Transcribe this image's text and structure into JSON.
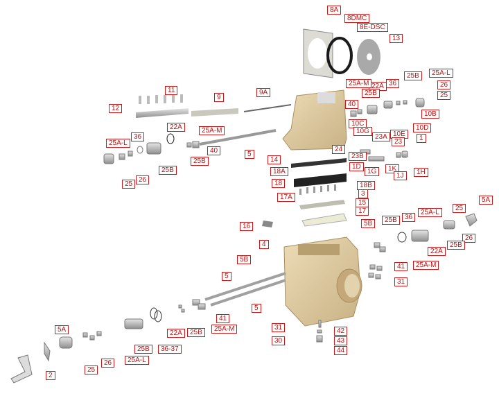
{
  "diagram": {
    "type": "exploded-parts-diagram",
    "colors": {
      "label": "#c01010",
      "body": "#d9c49a",
      "metal": "#b8b8b8",
      "gasket": "#2a2a2a"
    },
    "labels": {
      "l8a": "8A",
      "l8dmc": "8DMC",
      "l8edsc": "8E-DSC",
      "l13": "13",
      "r25b_top": "25B",
      "r25al_top": "25A-L",
      "r26_top": "26",
      "r25_top": "25",
      "r36_top": "36",
      "r22a_top": "22A",
      "r25am_top": "25A-M",
      "r25b_top2": "25B",
      "r40_top": "40",
      "l10b": "10B",
      "l10c": "10C",
      "l10g": "10G",
      "l10e": "10E",
      "l10d": "10D",
      "l23a": "23A",
      "l23": "23",
      "l1": "1",
      "l24": "24",
      "l23b": "23B",
      "l1d": "1D",
      "l1g": "1G",
      "l1k": "1K",
      "l1j": "1J",
      "l1h": "1H",
      "l11": "11",
      "l9": "9",
      "l9a": "9A",
      "l12": "12",
      "ul22a": "22A",
      "ul25am": "25A-M",
      "ul36": "36",
      "ul25al": "25A-L",
      "ul40": "40",
      "ul5": "5",
      "ul25b_a": "25B",
      "ul25b_b": "25B",
      "ul26": "26",
      "ul25": "25",
      "l14": "14",
      "l18a": "18A",
      "l18": "18",
      "l17a": "17A",
      "l18b": "18B",
      "l3": "3",
      "l15": "15",
      "l17": "17",
      "l16": "16",
      "l4": "4",
      "rr5b": "5B",
      "rr25b": "25B",
      "rr36": "36",
      "rr25al": "25A-L",
      "rr25": "25",
      "rr5a": "5A",
      "rr26": "26",
      "rr25b2": "25B",
      "rr22a": "22A",
      "rr25am": "25A-M",
      "rr41": "41",
      "rr31": "31",
      "ll5b": "5B",
      "ll5a": "5",
      "ll5b2": "5",
      "ll41": "41",
      "ll25am": "25A-M",
      "ll25b": "25B",
      "ll22a": "22A",
      "ll3637": "36-37",
      "ll25b2": "25B",
      "ll25al": "25A-L",
      "ll26": "26",
      "ll25": "25",
      "ll5a_cam": "5A",
      "ll2": "2",
      "b31": "31",
      "b30": "30",
      "b42": "42",
      "b43": "43",
      "b44": "44"
    }
  }
}
